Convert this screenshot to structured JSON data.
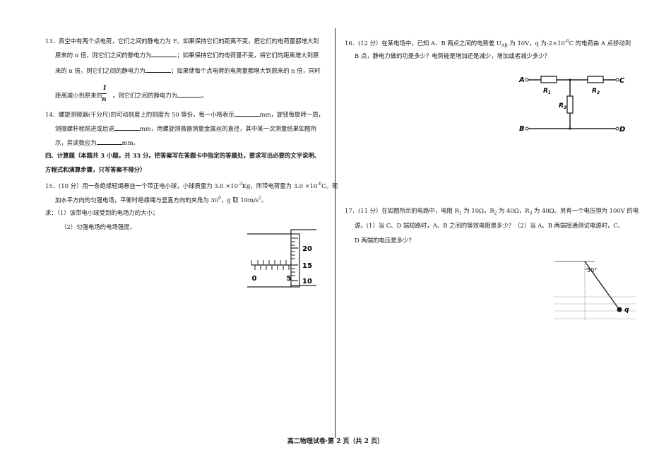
{
  "q13": {
    "line1": "13．真空中有两个点电荷，它们之间的静电力为 F。如果保持它们的距离不变，把它们的电荷量都增大到",
    "line2a": "原来的 n 倍，则它们之间的静电力为",
    "line2b": "；如果保持它们的电荷量不变，将它们的距离增大到原",
    "line3a": "来的 n 倍，则它们之间的静电力为",
    "line3b": "；如果使每个点电荷的电荷量都增大到原来的 n 倍，同时",
    "line4a": "距离减小到原来的",
    "frac_num": "1",
    "frac_den": "n",
    "line4b": "，则它们之间的静电力为",
    "line4c": "。"
  },
  "q14": {
    "line1a": "14．螺旋测微器(千分尺)的可动刻度上的刻度为 50 等份，每一小格表示",
    "line1b": "mm，旋钮每旋转一周，",
    "line2a": "测微螺杆就前进或后退",
    "line2b": "mm，用螺旋测微器测量金属丝的直径，其中某一次测量结果如图所",
    "line3a": "示，其读数应为",
    "line3b": "mm。"
  },
  "section4": {
    "line1": "四、计算题（本题共 3 小题，共 33 分。把答案写在答题卡中指定的答题处，要求写出必要的文字说明、",
    "line2": "方程式和演算步骤，只写答案不得分）"
  },
  "q15": {
    "line1a": "15．(10 分）用一条绝缘轻绳悬挂一个带正电小球，小球质量为 3.0 ×10",
    "exp1": "-3",
    "line1b": "Kg，所带电荷量为 3.0 ×10",
    "exp2": "-6",
    "line1c": "C。现",
    "line2a": "加水平方向的匀强电场，平衡时绝缘绳与竖直方向的夹角为 30",
    "exp3": "0",
    "line2b": "，g 取 10m/s",
    "exp4": "2",
    "line2c": "。",
    "line3": "求：（1）该带电小球受到的电场力的大小；",
    "line4": "（2）匀强电场的电场强度。"
  },
  "micrometer": {
    "main_labels": [
      "0",
      "5"
    ],
    "thimble_labels": [
      "20",
      "15",
      "10"
    ]
  },
  "q16": {
    "line1a": "16．(12 分）在某电场中，已知 A、B 两点之间的电势差 U",
    "sub1": "AB",
    "line1b": " 为 10V，q 为-2×10",
    "exp1": "-6",
    "line1c": "C 的电荷由 A 点移动到",
    "line2": "B 点，静电力做的功是多少？电势能是增加还是减少，增加或者减少多少？"
  },
  "circuit": {
    "A": "A",
    "B": "B",
    "C": "C",
    "D": "D",
    "R1": "R",
    "R1_sub": "1",
    "R2": "R",
    "R2_sub": "2",
    "R3": "R",
    "R3_sub": "3"
  },
  "q17": {
    "line1a": "17．(11 分）在如图所示的电路中，电阻 R",
    "s1": "1",
    "line1b": " 为 10Ω，R",
    "s2": "2",
    "line1c": " 为 40Ω，R",
    "s3": "3",
    "line1d": " 为 40Ω。另有一个电压恒为 100V 的电",
    "line2": "源。(1）当 C、D 端短路时，A、B 之间的等效电阻是多少？（2）当 A、B 两端接通测试电源时，C、",
    "line3": "D 两端的电压是多少？"
  },
  "pendulum": {
    "angle": "30°",
    "charge": "q"
  },
  "footer": {
    "text": "高二物理试卷·第 2 页（共 2 页）"
  }
}
